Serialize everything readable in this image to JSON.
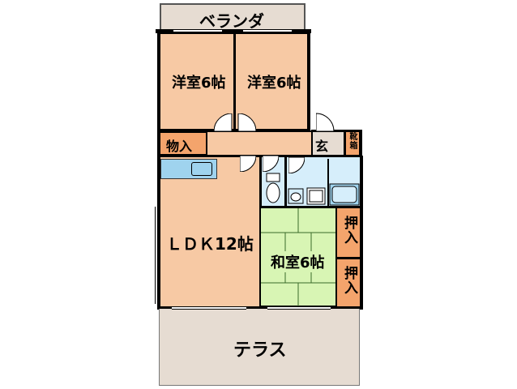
{
  "colors": {
    "western_room": "#f7c9a4",
    "ldk": "#f7c9a4",
    "storage": "#f4a46c",
    "tatami": "#d8f5b4",
    "tatami_lines": "#3a6a2a",
    "balcony": "#e6dcd2",
    "terrace": "#e6dcd2",
    "wet_area": "#d6eefb",
    "hallway": "#f7c9a4",
    "kitchen_counter": "#9fd3ee",
    "wall": "#000000"
  },
  "labels": {
    "balcony": "ベランダ",
    "western_room_1": "洋室6帖",
    "western_room_2": "洋室6帖",
    "storage": "物入",
    "entrance": "玄",
    "shoe_box": "靴箱",
    "ldk": "ＬＤＫ12帖",
    "japanese_room": "和室6帖",
    "closet_1": "押入",
    "closet_2": "押入",
    "terrace": "テラス"
  },
  "icons": {
    "door_swing": "door-swing-icon",
    "toilet": "toilet-icon",
    "bathtub": "bathtub-icon",
    "sink": "sink-icon",
    "washer": "washing-machine-icon",
    "kitchen_sink": "kitchen-sink-icon"
  }
}
